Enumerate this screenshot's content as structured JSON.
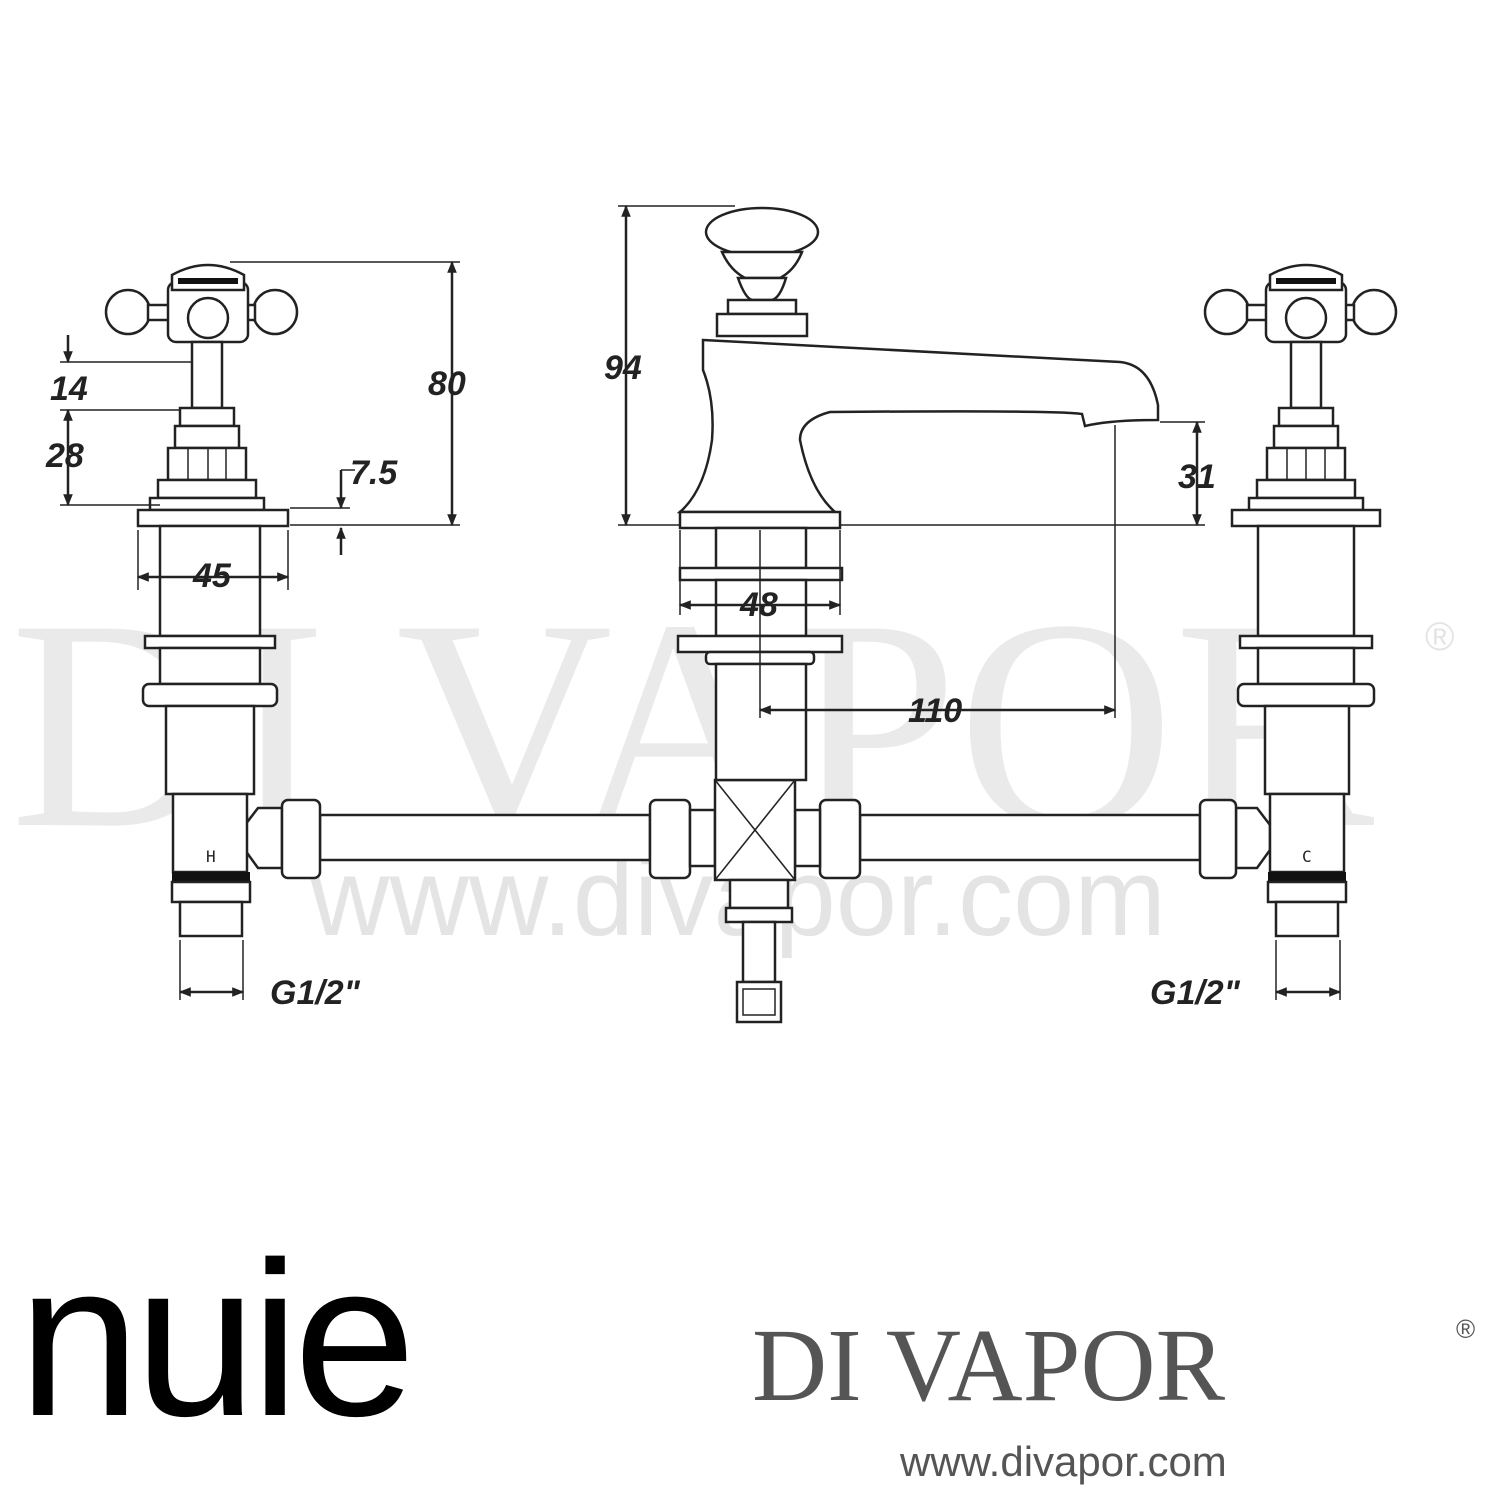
{
  "dimensions": {
    "handle_stem_height": "14",
    "headwork_height": "28",
    "flange_thickness": "7.5",
    "flange_width": "45",
    "valve_total_height": "80",
    "spout_total_height": "94",
    "spout_outlet_height": "31",
    "spout_base_width": "48",
    "spout_projection": "110",
    "inlet_left_thread": "G1/2\"",
    "inlet_right_thread": "G1/2\""
  },
  "valve_markings": {
    "hot": "H",
    "cold": "C"
  },
  "watermark": {
    "brand": "DI VAPOR",
    "registered": "®",
    "url": "www.divapor.com"
  },
  "logos": {
    "manufacturer": "nuie",
    "retailer": "DI VAPOR",
    "retailer_registered": "®",
    "retailer_url": "www.divapor.com"
  }
}
